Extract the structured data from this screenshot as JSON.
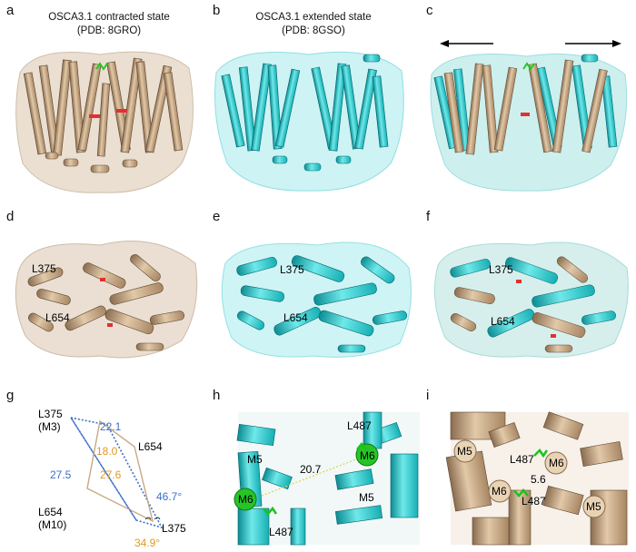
{
  "panels": {
    "a": {
      "letter": "a",
      "title1": "OSCA3.1 contracted state",
      "title2": "(PDB: 8GRO)"
    },
    "b": {
      "letter": "b",
      "title1": "OSCA3.1 extended state",
      "title2": "(PDB: 8GSO)"
    },
    "c": {
      "letter": "c"
    },
    "d": {
      "letter": "d",
      "res_top": "L375",
      "res_bottom": "L654"
    },
    "e": {
      "letter": "e",
      "res_top": "L375",
      "res_bottom": "L654"
    },
    "f": {
      "letter": "f",
      "res_top": "L375",
      "res_bottom": "L654"
    },
    "g": {
      "letter": "g",
      "top_left": "L375",
      "top_left_sub": "(M3)",
      "right_mid": "L654",
      "bottom_left": "L654",
      "bottom_left_sub": "(M10)",
      "bottom_right": "L375",
      "blue_top": "22.1",
      "orange_top": "18.0",
      "blue_left": "27.5",
      "orange_mid": "27.6",
      "blue_angle": "46.7°",
      "orange_angle": "34.9°"
    },
    "h": {
      "letter": "h",
      "l487_top": "L487",
      "m6_right": "M6",
      "m5_left": "M5",
      "dist": "20.7",
      "m5_right": "M5",
      "m6_left": "M6",
      "l487_bottom": "L487"
    },
    "i": {
      "letter": "i",
      "m5_left": "M5",
      "l487_top": "L487",
      "m6_right": "M6",
      "dist": "5.6",
      "m6_left": "M6",
      "l487_bottom": "L487",
      "m5_right": "M5"
    }
  },
  "colors": {
    "tan": "#c9a883",
    "tan_dark": "#7a6048",
    "cyan": "#1fc9cc",
    "cyan_dark": "#0a7f86",
    "green": "#22c922",
    "blue": "#3b6fc9",
    "orange": "#e09a1e"
  }
}
